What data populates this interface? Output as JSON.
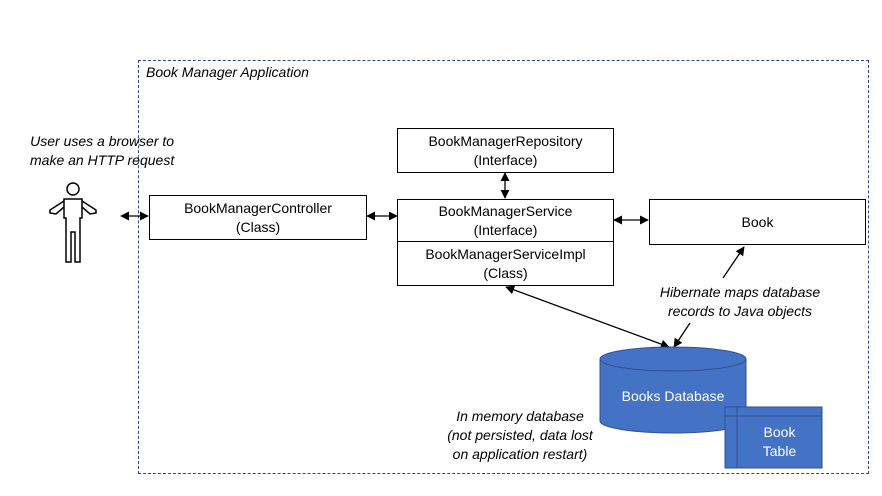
{
  "frame": {
    "title": "Book Manager Application"
  },
  "user_note": {
    "line1": "User uses a browser to",
    "line2": "make an HTTP request"
  },
  "repository": {
    "name": "BookManagerRepository",
    "kind": "(Interface)"
  },
  "controller": {
    "name": "BookManagerController",
    "kind": "(Class)"
  },
  "service": {
    "name": "BookManagerService",
    "kind": "(Interface)"
  },
  "service_impl": {
    "name": "BookManagerServiceImpl",
    "kind": "(Class)"
  },
  "book": {
    "name": "Book"
  },
  "hibernate_note": {
    "line1": "Hibernate maps database",
    "line2": "records to Java objects"
  },
  "database": {
    "name": "Books Database"
  },
  "table": {
    "line1": "Book",
    "line2": "Table"
  },
  "memory_note": {
    "line1": "In memory database",
    "line2": "(not persisted, data lost",
    "line3": "on application restart)"
  },
  "colors": {
    "db_fill": "#4472c4",
    "db_stroke": "#2f528f",
    "frame_border": "#2e4a7a"
  }
}
